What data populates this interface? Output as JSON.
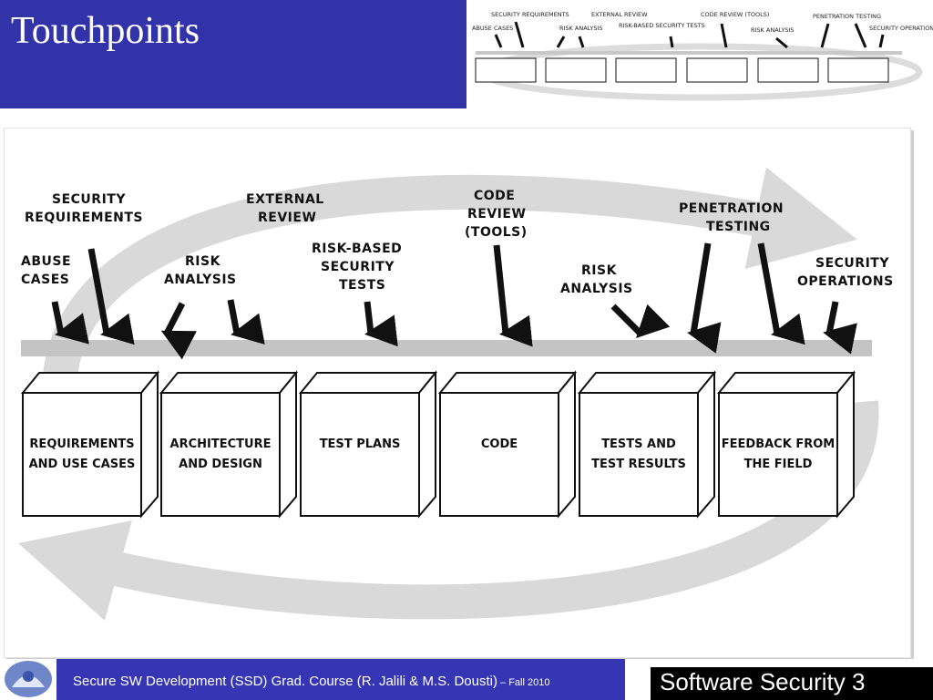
{
  "slide": {
    "title": "Touchpoints",
    "footer_text": "Secure SW Development (SSD) Grad. Course (R. Jalili & M.S. Dousti",
    "footer_paren": ")",
    "footer_term": " – Fall 2010",
    "label": "Software Security 3"
  },
  "touchpoints": [
    "SECURITY REQUIREMENTS",
    "ABUSE CASES",
    "RISK ANALYSIS",
    "EXTERNAL REVIEW",
    "RISK-BASED SECURITY TESTS",
    "CODE REVIEW (TOOLS)",
    "RISK ANALYSIS",
    "PENETRATION TESTING",
    "SECURITY OPERATIONS"
  ],
  "artifacts": [
    "REQUIREMENTS AND USE CASES",
    "ARCHITECTURE AND DESIGN",
    "TEST PLANS",
    "CODE",
    "TESTS AND TEST RESULTS",
    "FEEDBACK FROM THE FIELD"
  ],
  "colors": {
    "title_bg": "#3333a9",
    "footer_bg": "#3636b4",
    "label_bg": "#000000"
  }
}
